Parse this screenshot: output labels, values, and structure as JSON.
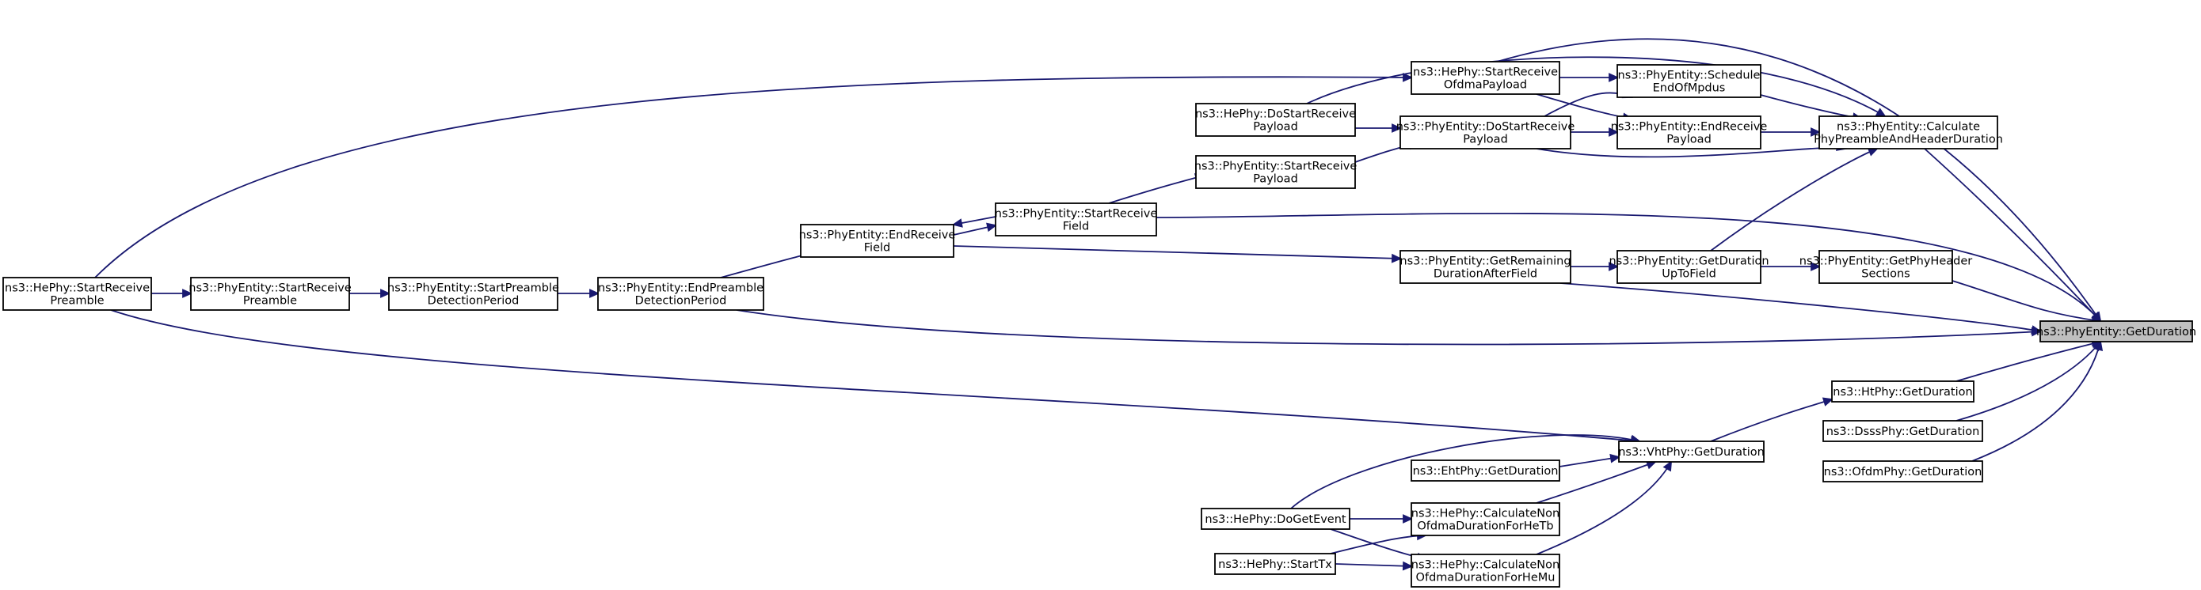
{
  "nodes": {
    "getDuration": [
      "ns3::PhyEntity::GetDuration"
    ],
    "getPhyHeaderSections": [
      "ns3::PhyEntity::GetPhyHeader",
      "Sections"
    ],
    "calcPreamble": [
      "ns3::PhyEntity::Calculate",
      "PhyPreambleAndHeaderDuration"
    ],
    "scheduleEnd": [
      "ns3::PhyEntity::Schedule",
      "EndOfMpdus"
    ],
    "endRecvPayload": [
      "ns3::PhyEntity::EndReceive",
      "Payload"
    ],
    "durUpToField": [
      "ns3::PhyEntity::GetDuration",
      "UpToField"
    ],
    "heStartRecvOfdma": [
      "ns3::HePhy::StartReceive",
      "OfdmaPayload"
    ],
    "doStartRecvPayload": [
      "ns3::PhyEntity::DoStartReceive",
      "Payload"
    ],
    "remainingDur": [
      "ns3::PhyEntity::GetRemaining",
      "DurationAfterField"
    ],
    "heDoStartRecvPayload": [
      "ns3::HePhy::DoStartReceive",
      "Payload"
    ],
    "startRecvPayload": [
      "ns3::PhyEntity::StartReceive",
      "Payload"
    ],
    "startRecvField": [
      "ns3::PhyEntity::StartReceive",
      "Field"
    ],
    "endRecvField": [
      "ns3::PhyEntity::EndReceive",
      "Field"
    ],
    "endPreambleDet": [
      "ns3::PhyEntity::EndPreamble",
      "DetectionPeriod"
    ],
    "startPreambleDet": [
      "ns3::PhyEntity::StartPreamble",
      "DetectionPeriod"
    ],
    "startRecvPreamble": [
      "ns3::PhyEntity::StartReceive",
      "Preamble"
    ],
    "heStartRecvPreamble": [
      "ns3::HePhy::StartReceive",
      "Preamble"
    ],
    "htGetDuration": [
      "ns3::HtPhy::GetDuration"
    ],
    "dsssGetDuration": [
      "ns3::DsssPhy::GetDuration"
    ],
    "ofdmGetDuration": [
      "ns3::OfdmPhy::GetDuration"
    ],
    "vhtGetDuration": [
      "ns3::VhtPhy::GetDuration"
    ],
    "ehtGetDuration": [
      "ns3::EhtPhy::GetDuration"
    ],
    "calcNonOfdmaTb": [
      "ns3::HePhy::CalculateNon",
      "OfdmaDurationForHeTb"
    ],
    "calcNonOfdmaMu": [
      "ns3::HePhy::CalculateNon",
      "OfdmaDurationForHeMu"
    ],
    "heDoGetEvent": [
      "ns3::HePhy::DoGetEvent"
    ],
    "heStartTx": [
      "ns3::HePhy::StartTx"
    ]
  },
  "edges": [
    [
      "getPhyHeaderSections",
      "getDuration"
    ],
    [
      "calcPreamble",
      "getDuration"
    ],
    [
      "heStartRecvOfdma",
      "getDuration"
    ],
    [
      "startRecvField",
      "getDuration"
    ],
    [
      "remainingDur",
      "getDuration"
    ],
    [
      "endPreambleDet",
      "getDuration"
    ],
    [
      "htGetDuration",
      "getDuration"
    ],
    [
      "dsssGetDuration",
      "getDuration"
    ],
    [
      "ofdmGetDuration",
      "getDuration"
    ],
    [
      "durUpToField",
      "getPhyHeaderSections"
    ],
    [
      "scheduleEnd",
      "calcPreamble"
    ],
    [
      "endRecvPayload",
      "calcPreamble"
    ],
    [
      "heDoStartRecvPayload",
      "calcPreamble"
    ],
    [
      "doStartRecvPayload",
      "calcPreamble"
    ],
    [
      "durUpToField",
      "calcPreamble"
    ],
    [
      "heStartRecvOfdma",
      "scheduleEnd"
    ],
    [
      "doStartRecvPayload",
      "scheduleEnd"
    ],
    [
      "heStartRecvOfdma",
      "endRecvPayload"
    ],
    [
      "doStartRecvPayload",
      "endRecvPayload"
    ],
    [
      "remainingDur",
      "durUpToField"
    ],
    [
      "heStartRecvPreamble",
      "heStartRecvOfdma"
    ],
    [
      "heDoStartRecvPayload",
      "doStartRecvPayload"
    ],
    [
      "startRecvPayload",
      "doStartRecvPayload"
    ],
    [
      "endRecvField",
      "remainingDur"
    ],
    [
      "startRecvField",
      "startRecvPayload"
    ],
    [
      "endRecvField",
      "startRecvField"
    ],
    [
      "startRecvField",
      "endRecvField"
    ],
    [
      "endPreambleDet",
      "endRecvField"
    ],
    [
      "startPreambleDet",
      "endPreambleDet"
    ],
    [
      "startRecvPreamble",
      "startPreambleDet"
    ],
    [
      "heStartRecvPreamble",
      "startRecvPreamble"
    ],
    [
      "vhtGetDuration",
      "htGetDuration"
    ],
    [
      "ehtGetDuration",
      "vhtGetDuration"
    ],
    [
      "calcNonOfdmaTb",
      "vhtGetDuration"
    ],
    [
      "calcNonOfdmaMu",
      "vhtGetDuration"
    ],
    [
      "heDoGetEvent",
      "vhtGetDuration"
    ],
    [
      "heStartRecvPreamble",
      "vhtGetDuration"
    ],
    [
      "heDoGetEvent",
      "calcNonOfdmaTb"
    ],
    [
      "heStartTx",
      "calcNonOfdmaTb"
    ],
    [
      "heDoGetEvent",
      "calcNonOfdmaMu"
    ],
    [
      "heStartTx",
      "calcNonOfdmaMu"
    ]
  ],
  "colors": {
    "edge": "#191970",
    "focus_fill": "#bfbfbf",
    "node_fill": "#ffffff",
    "node_stroke": "#000000"
  }
}
